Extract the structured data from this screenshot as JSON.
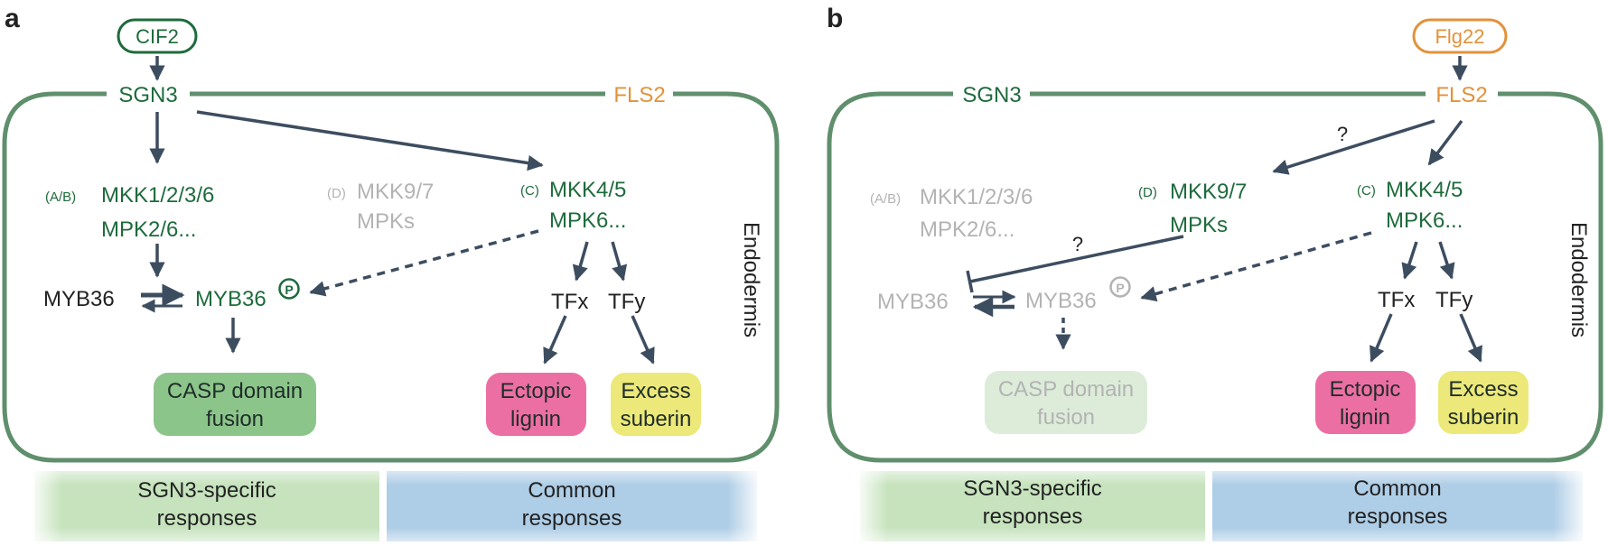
{
  "colors": {
    "green_text": "#1e6b3c",
    "membrane": "#5f8f6c",
    "orange": "#e3923a",
    "gray": "#b3b3b3",
    "arrow": "#3d4d60",
    "black": "#222222",
    "casp_fill": "#8cc58a",
    "casp_faded": "#dcecd9",
    "lignin_fill": "#ec6fa3",
    "suberin_fill": "#ece97a",
    "specific_band": "#c6e3bd",
    "common_band": "#aecde6"
  },
  "panel_a": {
    "label": "a",
    "ligand": "CIF2",
    "sgn3": "SGN3",
    "fls2": "FLS2",
    "ab_tag": "(A/B)",
    "mkk_ab_1": "MKK1/2/3/6",
    "mkk_ab_2": "MPK2/6...",
    "d_tag": "(D)",
    "mkk_d_1": "MKK9/7",
    "mkk_d_2": "MPKs",
    "c_tag": "(C)",
    "mkk_c_1": "MKK4/5",
    "mkk_c_2": "MPK6...",
    "myb36": "MYB36",
    "myb36p": "MYB36",
    "p_symbol": "P",
    "tfx": "TFx",
    "tfy": "TFy",
    "casp_1": "CASP domain",
    "casp_2": "fusion",
    "lignin_1": "Ectopic",
    "lignin_2": "lignin",
    "suberin_1": "Excess",
    "suberin_2": "suberin",
    "endodermis": "Endodermis",
    "band_specific_1": "SGN3-specific",
    "band_specific_2": "responses",
    "band_common_1": "Common",
    "band_common_2": "responses"
  },
  "panel_b": {
    "label": "b",
    "ligand": "Flg22",
    "sgn3": "SGN3",
    "fls2": "FLS2",
    "q1": "?",
    "q2": "?",
    "ab_tag": "(A/B)",
    "mkk_ab_1": "MKK1/2/3/6",
    "mkk_ab_2": "MPK2/6...",
    "d_tag": "(D)",
    "mkk_d_1": "MKK9/7",
    "mkk_d_2": "MPKs",
    "c_tag": "(C)",
    "mkk_c_1": "MKK4/5",
    "mkk_c_2": "MPK6...",
    "myb36": "MYB36",
    "myb36p": "MYB36",
    "p_symbol": "P",
    "tfx": "TFx",
    "tfy": "TFy",
    "casp_1": "CASP domain",
    "casp_2": "fusion",
    "lignin_1": "Ectopic",
    "lignin_2": "lignin",
    "suberin_1": "Excess",
    "suberin_2": "suberin",
    "endodermis": "Endodermis",
    "band_specific_1": "SGN3-specific",
    "band_specific_2": "responses",
    "band_common_1": "Common",
    "band_common_2": "responses"
  }
}
